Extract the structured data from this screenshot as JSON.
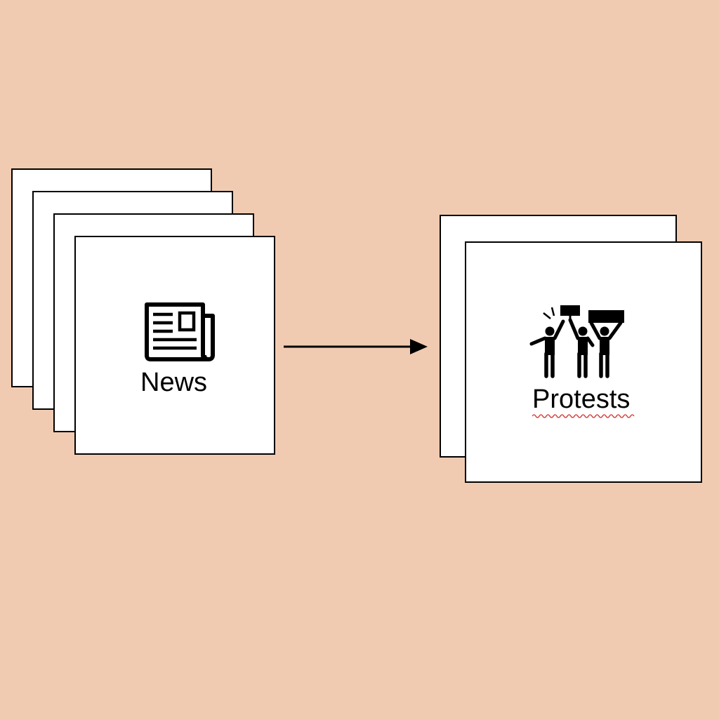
{
  "source_group": {
    "label": "News",
    "icon": "newspaper-icon",
    "card_count": 4
  },
  "target_group": {
    "label": "Protests",
    "icon": "protesters-icon",
    "card_count": 2
  },
  "arrow": {
    "icon": "right-arrow"
  },
  "colors": {
    "background": "#f1cbb1",
    "card_fill": "#ffffff",
    "stroke": "#000000",
    "spellcheck_underline": "#d0312d"
  }
}
